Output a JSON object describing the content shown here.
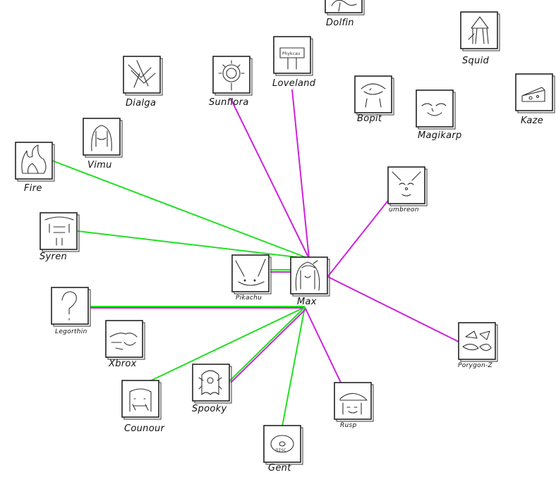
{
  "colors": {
    "green": "#22e022",
    "magenta": "#cc22dd"
  },
  "nodes": {
    "dolfin": {
      "label": "Dolfin",
      "icon": "dolphin-sketch-icon"
    },
    "squid": {
      "label": "Squid",
      "icon": "squid-sketch-icon"
    },
    "loveland": {
      "label": "Loveland",
      "icon": "sign-sketch-icon",
      "sign_text": "Phykcau"
    },
    "sunflora": {
      "label": "Sunflora",
      "icon": "sunflower-sketch-icon"
    },
    "dialga": {
      "label": "Dialga",
      "icon": "dialga-sketch-icon"
    },
    "bopit": {
      "label": "Bopit",
      "icon": "bopit-sketch-icon"
    },
    "magikarp": {
      "label": "Magikarp",
      "icon": "magikarp-sketch-icon"
    },
    "kaze": {
      "label": "Kaze",
      "icon": "cheese-sketch-icon"
    },
    "vimu": {
      "label": "Vimu",
      "icon": "hair-sketch-icon"
    },
    "fire": {
      "label": "Fire",
      "icon": "flame-sketch-icon"
    },
    "umbreon": {
      "label": "umbreon",
      "icon": "umbreon-sketch-icon"
    },
    "syren": {
      "label": "Syren",
      "icon": "syren-sketch-icon"
    },
    "pikachu": {
      "label": "Pikachu",
      "icon": "pikachu-sketch-icon"
    },
    "max": {
      "label": "Max",
      "icon": "girl-sketch-icon"
    },
    "legorthin": {
      "label": "Legorthin",
      "icon": "question-mark-icon"
    },
    "porygonz": {
      "label": "Porygon-Z",
      "icon": "porygon-sketch-icon"
    },
    "xbrox": {
      "label": "Xbrox",
      "icon": "creature-sketch-icon"
    },
    "spooky": {
      "label": "Spooky",
      "icon": "ghost-sketch-icon"
    },
    "counour": {
      "label": "Counour",
      "icon": "face-sketch-icon"
    },
    "rusp": {
      "label": "Rusp",
      "icon": "cap-sketch-icon"
    },
    "gent": {
      "label": "Gent",
      "icon": "disc-sketch-icon",
      "disc_text": "DISC"
    }
  },
  "edges": [
    {
      "from": "max",
      "to": "sunflora",
      "color": "magenta"
    },
    {
      "from": "max",
      "to": "loveland",
      "color": "magenta"
    },
    {
      "from": "max",
      "to": "umbreon",
      "color": "magenta"
    },
    {
      "from": "max",
      "to": "fire",
      "color": "green"
    },
    {
      "from": "max",
      "to": "syren",
      "color": "green"
    },
    {
      "from": "max",
      "to": "pikachu",
      "color": "green"
    },
    {
      "from": "max",
      "to": "pikachu",
      "color": "magenta"
    },
    {
      "from": "max",
      "to": "porygonz",
      "color": "magenta"
    },
    {
      "from": "max",
      "to": "legorthin",
      "color": "green"
    },
    {
      "from": "max",
      "to": "legorthin",
      "color": "magenta"
    },
    {
      "from": "max",
      "to": "counour",
      "color": "green"
    },
    {
      "from": "max",
      "to": "spooky",
      "color": "green"
    },
    {
      "from": "max",
      "to": "spooky",
      "color": "magenta"
    },
    {
      "from": "max",
      "to": "gent",
      "color": "green"
    },
    {
      "from": "max",
      "to": "rusp",
      "color": "magenta"
    }
  ]
}
